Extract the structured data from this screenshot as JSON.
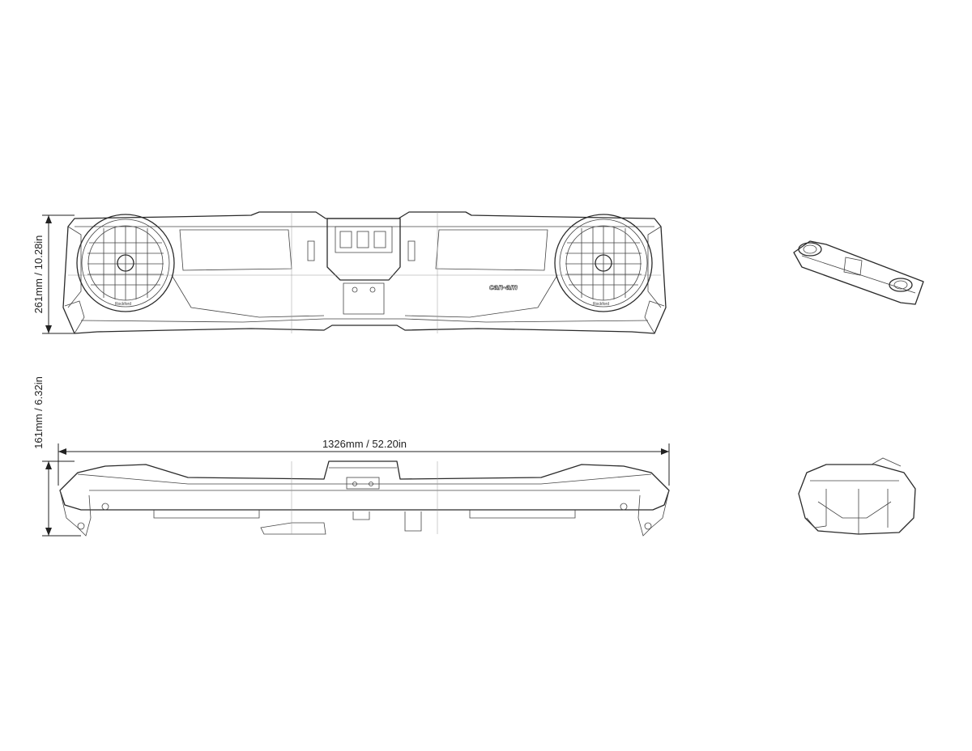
{
  "dimensions": {
    "height_front": "261mm / 10.28in",
    "height_side": "161mm / 6.32in",
    "width": "1326mm / 52.20in"
  },
  "branding": {
    "logo": "can-am",
    "speaker_badge_left": "Rockford",
    "speaker_badge_right": "Rockford"
  },
  "colors": {
    "line": "#2a2a2a",
    "background": "#ffffff"
  }
}
